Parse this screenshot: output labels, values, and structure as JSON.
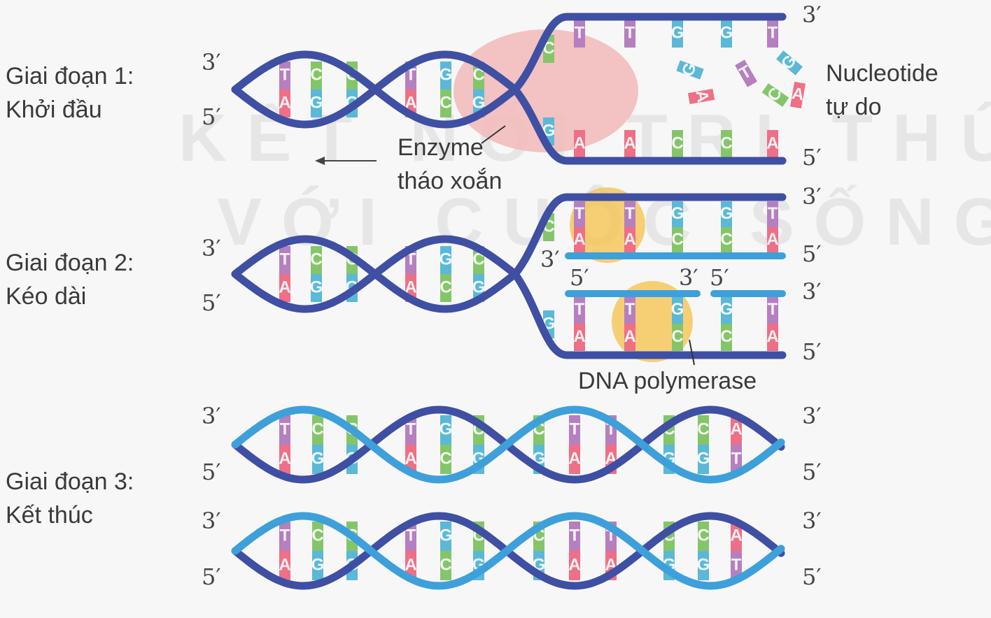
{
  "stages": [
    {
      "label_line1": "Giai đoạn 1:",
      "label_line2": "Khởi đầu"
    },
    {
      "label_line1": "Giai đoạn 2:",
      "label_line2": "Kéo dài"
    },
    {
      "label_line1": "Giai đoạn 3:",
      "label_line2": "Kết thúc"
    }
  ],
  "ends": {
    "three": "3′",
    "five": "5′"
  },
  "labels": {
    "helicase_line1": "Enzyme",
    "helicase_line2": "tháo xoắn",
    "nucleotide_line1": "Nucleotide",
    "nucleotide_line2": "tự do",
    "polymerase": "DNA polymerase"
  },
  "watermark": {
    "line1": "KẾT NỐI TRI THỨC",
    "line2": "VỚI CUỘC SỐNG"
  },
  "sequences": {
    "helix_top": [
      "T",
      "C",
      "C",
      "T",
      "G",
      "C"
    ],
    "helix_bottom": [
      "A",
      "G",
      "G",
      "A",
      "C",
      "G"
    ],
    "fork_top": [
      "C",
      "T",
      "T",
      "G",
      "G",
      "T"
    ],
    "fork_bottom": [
      "G",
      "A",
      "A",
      "C",
      "C",
      "A"
    ],
    "full_top": [
      "T",
      "C",
      "C",
      "T",
      "G",
      "C",
      "C",
      "T",
      "T",
      "C",
      "C",
      "A"
    ],
    "full_bottom": [
      "A",
      "G",
      "G",
      "A",
      "C",
      "G",
      "G",
      "A",
      "A",
      "G",
      "G",
      "T"
    ],
    "free_nucleotides": [
      "G",
      "T",
      "G",
      "C",
      "A",
      "A"
    ]
  },
  "colors": {
    "strand_dark": "#3f4fa3",
    "strand_light": "#3ea0da",
    "A": "#ee6f86",
    "T": "#b57fc0",
    "G": "#5bb8d6",
    "C": "#85c56a",
    "helicase": "#f2b8b8",
    "polymerase": "#f5c452"
  }
}
